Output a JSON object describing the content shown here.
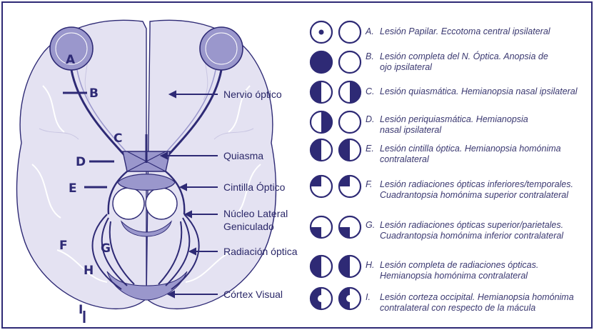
{
  "structure_labels": {
    "nervio_optico": "Nervio óptico",
    "quiasma": "Quiasma",
    "cintilla_optico": "Cintilla Óptico",
    "nucleo_line1": "Núcleo Lateral",
    "nucleo_line2": "Geniculado",
    "radiacion_optica": "Radiación óptica",
    "cortex_visual": "Córtex Visual"
  },
  "lesion_letters": {
    "A": "A",
    "B": "B",
    "C": "C",
    "D": "D",
    "E": "E",
    "F": "F",
    "G": "G",
    "H": "H",
    "I": "I"
  },
  "legend": [
    {
      "key": "A.",
      "line1": "Lesión Papilar. Eccotoma central ipsilateral",
      "line2": "",
      "left_icon": "central-scotoma-icon",
      "right_icon": "normal-field-icon"
    },
    {
      "key": "B.",
      "line1": "Lesión completa del N. Óptica. Anopsia de",
      "line2": "ojo ipsilateral",
      "left_icon": "full-anopsia-icon",
      "right_icon": "normal-field-icon"
    },
    {
      "key": "C.",
      "line1": "Lesión quiasmática. Hemianopsia nasal ipsilateral",
      "line2": "",
      "left_icon": "left-half-filled-icon",
      "right_icon": "right-half-filled-icon"
    },
    {
      "key": "D.",
      "line1": "Lesión periquiasmática. Hemianopsia",
      "line2": "nasal ipsilateral",
      "left_icon": "right-half-filled-icon",
      "right_icon": "normal-field-icon"
    },
    {
      "key": "E.",
      "line1": "Lesión cintilla óptica. Hemianopsia homónima",
      "line2": "contralateral",
      "left_icon": "left-half-filled-icon",
      "right_icon": "left-half-filled-icon"
    },
    {
      "key": "F.",
      "line1": "Lesión radiaciones ópticas inferiores/temporales.",
      "line2": "Cuadrantopsia homónima superior contralateral",
      "left_icon": "upper-left-quadrant-icon",
      "right_icon": "upper-left-quadrant-icon"
    },
    {
      "key": "G.",
      "line1": "Lesión radiaciones ópticas superior/parietales.",
      "line2": "Cuadrantopsia homónima inferior contralateral",
      "left_icon": "lower-left-quadrant-icon",
      "right_icon": "lower-left-quadrant-icon"
    },
    {
      "key": "H.",
      "line1": "Lesión completa de radiaciones ópticas.",
      "line2": "Hemianopsia homónima contralateral",
      "left_icon": "left-half-filled-icon",
      "right_icon": "left-half-filled-icon"
    },
    {
      "key": "I.",
      "line1": "Lesión corteza occipital. Hemianopsia homónima",
      "line2": "contralateral con respecto de la mácula",
      "left_icon": "macular-sparing-icon",
      "right_icon": "macular-sparing-icon"
    }
  ],
  "colors": {
    "ink": "#2e2a75",
    "brain_fill": "#e4e2f2",
    "brain_light": "#f0effa",
    "pathway_fill": "#9a97cc",
    "frame": "#2e2a75"
  }
}
